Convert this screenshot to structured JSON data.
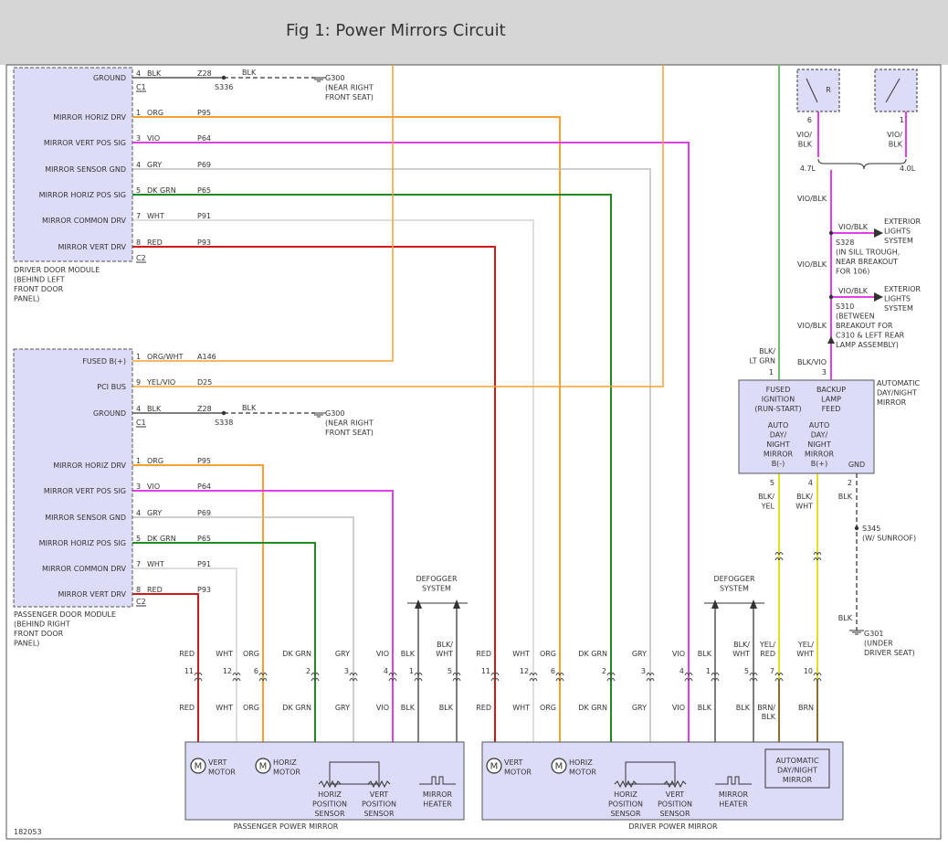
{
  "page": {
    "title": "Fig 1: Power Mirrors Circuit",
    "figure_id": "182053"
  },
  "colors": {
    "BLK": "#555555",
    "ORG": "#f5a030",
    "VIO": "#e040e8",
    "GRY": "#bdbdbd",
    "DKGRN": "#1f8a1f",
    "WHT": "#d4d4d4",
    "RED": "#d01818",
    "YEL": "#e0e020",
    "LTGRN": "#6cc36c",
    "BRN": "#8a6f2a",
    "module_fill": "#dcdcf8",
    "module_stroke": "#555555",
    "header_bg": "#d6d6d6"
  },
  "icons": {
    "motor": "motor-icon",
    "ground": "ground-icon",
    "sensor": "potentiometer-icon",
    "heater": "heater-icon",
    "switch": "switch-icon",
    "arrow": "arrow-icon"
  },
  "driver_module": {
    "label": [
      "DRIVER DOOR MODULE",
      "(BEHIND LEFT",
      "FRONT DOOR",
      "PANEL)"
    ],
    "pins": [
      {
        "name": "GROUND",
        "pin": "4",
        "color": "BLK",
        "circuit": "Z28"
      },
      {
        "name": "MIRROR HORIZ DRV",
        "pin": "1",
        "color": "ORG",
        "circuit": "P95"
      },
      {
        "name": "MIRROR VERT POS SIG",
        "pin": "3",
        "color": "VIO",
        "circuit": "P64"
      },
      {
        "name": "MIRROR SENSOR GND",
        "pin": "4",
        "color": "GRY",
        "circuit": "P69"
      },
      {
        "name": "MIRROR HORIZ POS SIG",
        "pin": "5",
        "color": "DK GRN",
        "circuit": "P65"
      },
      {
        "name": "MIRROR COMMON DRV",
        "pin": "7",
        "color": "WHT",
        "circuit": "P91"
      },
      {
        "name": "MIRROR VERT DRV",
        "pin": "8",
        "color": "RED",
        "circuit": "P93"
      }
    ],
    "ground": {
      "connector": "C1",
      "splice": "S336",
      "color": "BLK",
      "label": [
        "G300",
        "(NEAR RIGHT",
        "FRONT SEAT)"
      ]
    },
    "connector2": "C2"
  },
  "passenger_module": {
    "label": [
      "PASSENGER DOOR MODULE",
      "(BEHIND RIGHT",
      "FRONT DOOR",
      "PANEL)"
    ],
    "top_pins": [
      {
        "name": "FUSED B(+)",
        "pin": "1",
        "color": "ORG/WHT",
        "circuit": "A146"
      },
      {
        "name": "PCI BUS",
        "pin": "9",
        "color": "YEL/VIO",
        "circuit": "D25"
      }
    ],
    "pins": [
      {
        "name": "GROUND",
        "pin": "4",
        "color": "BLK",
        "circuit": "Z28"
      },
      {
        "name": "MIRROR HORIZ DRV",
        "pin": "1",
        "color": "ORG",
        "circuit": "P95"
      },
      {
        "name": "MIRROR VERT POS SIG",
        "pin": "3",
        "color": "VIO",
        "circuit": "P64"
      },
      {
        "name": "MIRROR SENSOR GND",
        "pin": "4",
        "color": "GRY",
        "circuit": "P69"
      },
      {
        "name": "MIRROR HORIZ POS SIG",
        "pin": "5",
        "color": "DK GRN",
        "circuit": "P65"
      },
      {
        "name": "MIRROR COMMON DRV",
        "pin": "7",
        "color": "WHT",
        "circuit": "P91"
      },
      {
        "name": "MIRROR VERT DRV",
        "pin": "8",
        "color": "RED",
        "circuit": "P93"
      }
    ],
    "ground": {
      "connector": "C1",
      "splice": "S338",
      "color": "BLK",
      "label": [
        "G300",
        "(NEAR RIGHT",
        "FRONT SEAT)"
      ]
    },
    "connector2": "C2"
  },
  "connector_row": {
    "passenger": [
      {
        "top": "RED",
        "pin": "11",
        "bottom": "RED"
      },
      {
        "top": "WHT",
        "pin": "12",
        "bottom": "WHT"
      },
      {
        "top": "ORG",
        "pin": "6",
        "bottom": "ORG"
      },
      {
        "top": "DK GRN",
        "pin": "2",
        "bottom": "DK GRN"
      },
      {
        "top": "GRY",
        "pin": "3",
        "bottom": "GRY"
      },
      {
        "top": "VIO",
        "pin": "4",
        "bottom": "VIO"
      },
      {
        "top": "BLK",
        "pin": "1",
        "bottom": "BLK"
      },
      {
        "top": "BLK/\nWHT",
        "pin": "5",
        "bottom": "BLK"
      }
    ],
    "driver": [
      {
        "top": "RED",
        "pin": "11",
        "bottom": "RED"
      },
      {
        "top": "WHT",
        "pin": "12",
        "bottom": "WHT"
      },
      {
        "top": "ORG",
        "pin": "6",
        "bottom": "ORG"
      },
      {
        "top": "DK GRN",
        "pin": "2",
        "bottom": "DK GRN"
      },
      {
        "top": "GRY",
        "pin": "3",
        "bottom": "GRY"
      },
      {
        "top": "VIO",
        "pin": "4",
        "bottom": "VIO"
      },
      {
        "top": "BLK",
        "pin": "1",
        "bottom": "BLK"
      },
      {
        "top": "BLK/\nWHT",
        "pin": "5",
        "bottom": "BLK"
      },
      {
        "top": "YEL/\nRED",
        "pin": "7",
        "bottom": "BRN/\nBLK"
      },
      {
        "top": "YEL/\nWHT",
        "pin": "10",
        "bottom": "BRN"
      }
    ]
  },
  "defogger": {
    "label": [
      "DEFOGGER",
      "SYSTEM"
    ]
  },
  "mirrors": {
    "passenger": {
      "label": "PASSENGER POWER MIRROR",
      "vert_motor": [
        "VERT",
        "MOTOR"
      ],
      "horiz_motor": [
        "HORIZ",
        "MOTOR"
      ],
      "horiz_sensor": [
        "HORIZ",
        "POSITION",
        "SENSOR"
      ],
      "vert_sensor": [
        "VERT",
        "POSITION",
        "SENSOR"
      ],
      "heater": [
        "MIRROR",
        "HEATER"
      ],
      "motor_symbol": "M"
    },
    "driver": {
      "label": "DRIVER POWER MIRROR",
      "vert_motor": [
        "VERT",
        "MOTOR"
      ],
      "horiz_motor": [
        "HORIZ",
        "MOTOR"
      ],
      "horiz_sensor": [
        "HORIZ",
        "POSITION",
        "SENSOR"
      ],
      "vert_sensor": [
        "VERT",
        "POSITION",
        "SENSOR"
      ],
      "heater": [
        "MIRROR",
        "HEATER"
      ],
      "auto_dim": [
        "AUTOMATIC",
        "DAY/NIGHT",
        "MIRROR"
      ],
      "motor_symbol": "M"
    }
  },
  "auto_mirror": {
    "label": [
      "AUTOMATIC",
      "DAY/NIGHT",
      "MIRROR"
    ],
    "fused_ignition": [
      "FUSED",
      "IGNITION",
      "(RUN-START)"
    ],
    "backup_feed": [
      "BACKUP",
      "LAMP",
      "FEED"
    ],
    "bminus": [
      "AUTO",
      "DAY/",
      "NIGHT",
      "MIRROR",
      "B(-)"
    ],
    "bplus": [
      "AUTO",
      "DAY/",
      "NIGHT",
      "MIRROR",
      "B(+)"
    ],
    "gnd": "GND",
    "pin1": "1",
    "pin3": "3",
    "pin5": "5",
    "pin4": "4",
    "pin2": "2",
    "wire1": [
      "BLK/",
      "LT GRN"
    ],
    "wire3": "BLK/VIO",
    "wire5": [
      "BLK/",
      "YEL"
    ],
    "wire4": [
      "BLK/",
      "WHT"
    ],
    "wire2": "BLK"
  },
  "backup_switch": {
    "r_label": "R",
    "pin6": "6",
    "pin1": "1",
    "wire6": [
      "VIO/",
      "BLK"
    ],
    "wire1": [
      "VIO/",
      "BLK"
    ],
    "engine_left": "4.7L",
    "engine_right": "4.0L",
    "trunk_label": "VIO/BLK",
    "s328": [
      "S328",
      "(IN SILL TROUGH,",
      "NEAR BREAKOUT",
      "FOR 106)"
    ],
    "s310": [
      "S310",
      "(BETWEEN",
      "BREAKOUT FOR",
      "C310 & LEFT REAR",
      "LAMP ASSEMBLY)"
    ],
    "branch_wire": "VIO/BLK",
    "exterior": [
      "EXTERIOR",
      "LIGHTS",
      "SYSTEM"
    ]
  },
  "right_ground": {
    "splice": [
      "S345",
      "(W/ SUNROOF)"
    ],
    "wire": "BLK",
    "label": [
      "G301",
      "(UNDER",
      "DRIVER SEAT)"
    ]
  }
}
